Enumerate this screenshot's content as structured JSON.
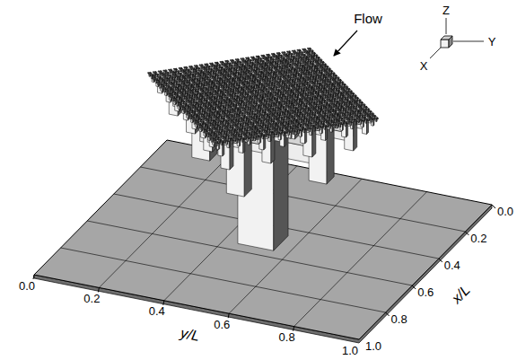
{
  "diagram": {
    "labels": [
      "Flow",
      "Z",
      "X",
      "Y",
      "0.0",
      "0.2",
      "0.4",
      "0.6",
      "0.8",
      "1.0",
      "y/L",
      "0.0",
      "0.2",
      "0.4",
      "0.6",
      "0.8",
      "1.0",
      "x/L"
    ]
  }
}
